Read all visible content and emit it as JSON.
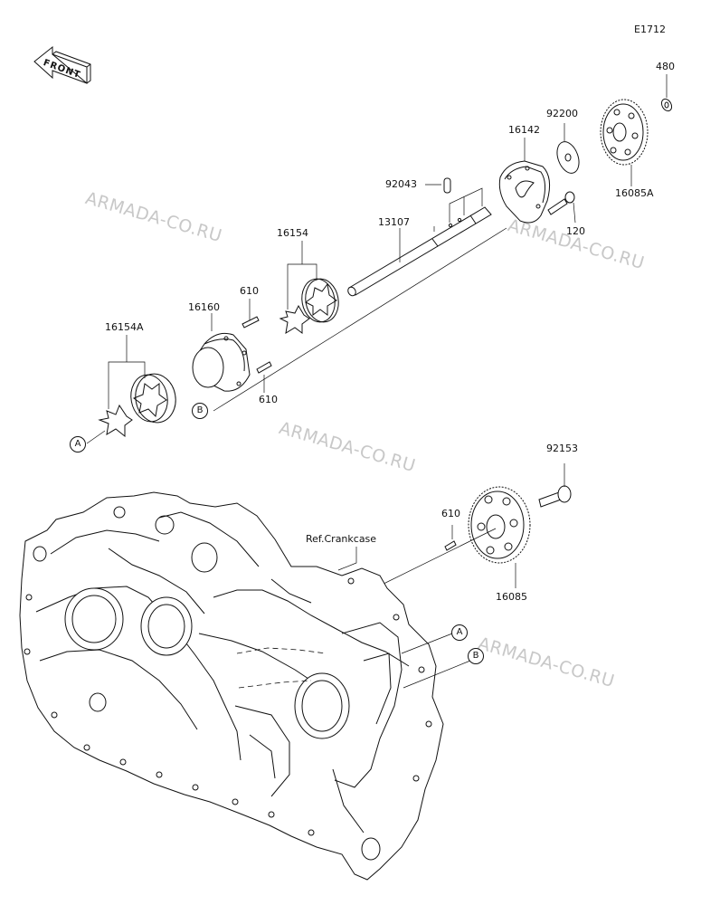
{
  "diagram": {
    "code": "E1712",
    "front_label": "FRONT",
    "watermark": "ARMADA-CO.RU",
    "ref_label": "Ref.Crankcase",
    "parts": {
      "p480": "480",
      "p92200": "92200",
      "p16142": "16142",
      "p16085A": "16085A",
      "p92043": "92043",
      "p13107": "13107",
      "p120": "120",
      "p16154": "16154",
      "p610a": "610",
      "p16160": "16160",
      "p16154A": "16154A",
      "p610b": "610",
      "p92153": "92153",
      "p610c": "610",
      "p16085": "16085"
    },
    "markers": {
      "a": "A",
      "b": "B"
    }
  }
}
